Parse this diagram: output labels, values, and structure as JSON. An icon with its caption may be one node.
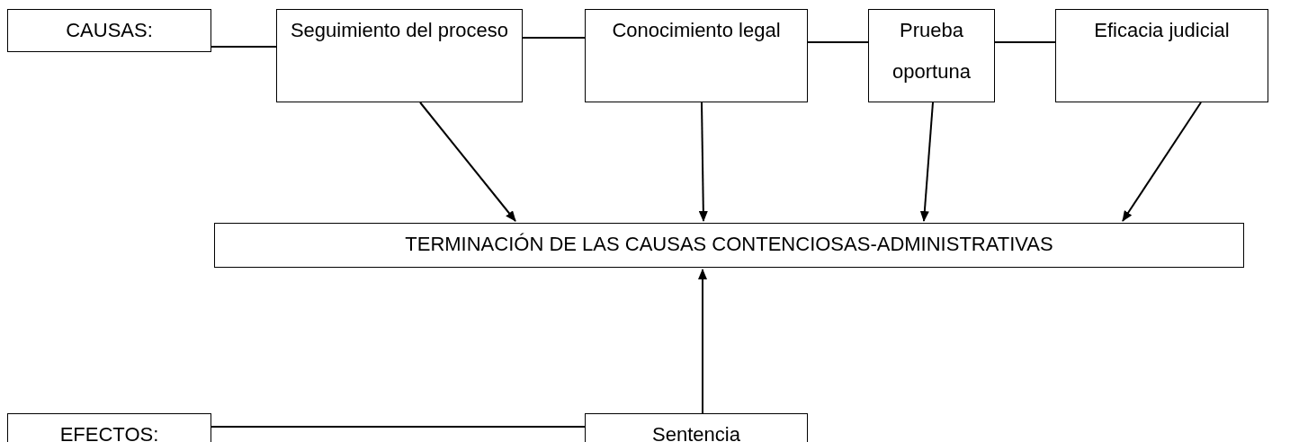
{
  "diagram": {
    "nodes": [
      {
        "text": [
          "CAUSAS:"
        ]
      },
      {
        "text": [
          "Seguimiento del proceso"
        ]
      },
      {
        "text": [
          "Conocimiento legal"
        ]
      },
      {
        "text": [
          "Prueba oportuna"
        ]
      },
      {
        "text": [
          "Eficacia judicial"
        ]
      },
      {
        "text": [
          "TERMINACIÓN DE LAS CAUSAS CONTENCIOSAS-ADMINISTRATIVAS"
        ]
      },
      {
        "text": [
          "EFECTOS:"
        ]
      },
      {
        "text": [
          "Sentencia"
        ]
      }
    ],
    "edges": [
      {
        "from": 0,
        "to": 1,
        "arrow": "none"
      },
      {
        "from": 1,
        "to": 2,
        "arrow": "none"
      },
      {
        "from": 2,
        "to": 3,
        "arrow": "none"
      },
      {
        "from": 3,
        "to": 4,
        "arrow": "none"
      },
      {
        "from": 1,
        "to": 5,
        "arrow": "to"
      },
      {
        "from": 2,
        "to": 5,
        "arrow": "to"
      },
      {
        "from": 3,
        "to": 5,
        "arrow": "to"
      },
      {
        "from": 4,
        "to": 5,
        "arrow": "to"
      },
      {
        "from": 7,
        "to": 5,
        "arrow": "to"
      },
      {
        "from": 6,
        "to": 7,
        "arrow": "none"
      }
    ]
  }
}
